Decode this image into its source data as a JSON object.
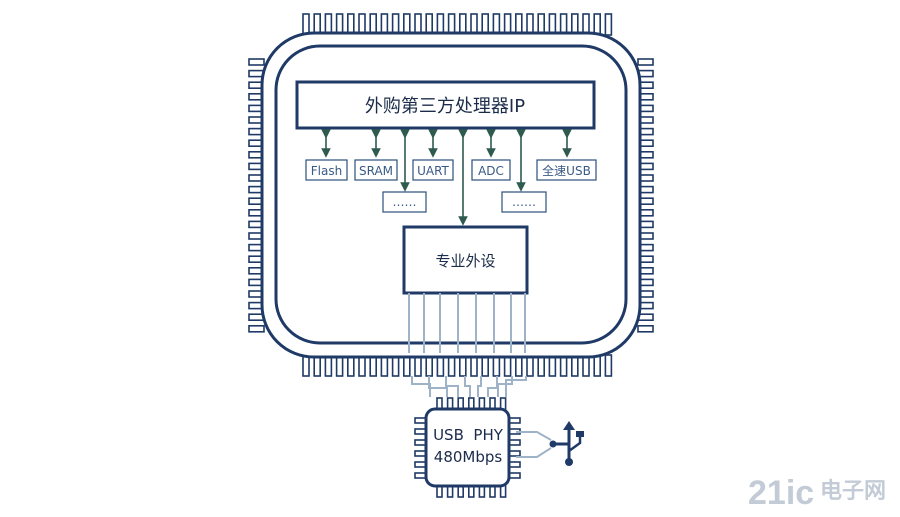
{
  "processor_label": "外购第三方处理器IP",
  "peripherals": [
    "Flash",
    "SRAM",
    "UART",
    "ADC",
    "全速USB"
  ],
  "ellipsis_left": "……",
  "ellipsis_right": "……",
  "special_peripheral_label": "专业外设",
  "phy_line1": "USB  PHY",
  "phy_line2": "480Mbps",
  "usb_symbol_icon": "usb-icon",
  "watermark_text": "21ic",
  "watermark_text_cn": "电子网",
  "colors": {
    "navy": "#1f3a66",
    "arrow_green": "#2e5a50",
    "bus_line": "#9fb3c8",
    "label_text": "#3a5a86"
  }
}
